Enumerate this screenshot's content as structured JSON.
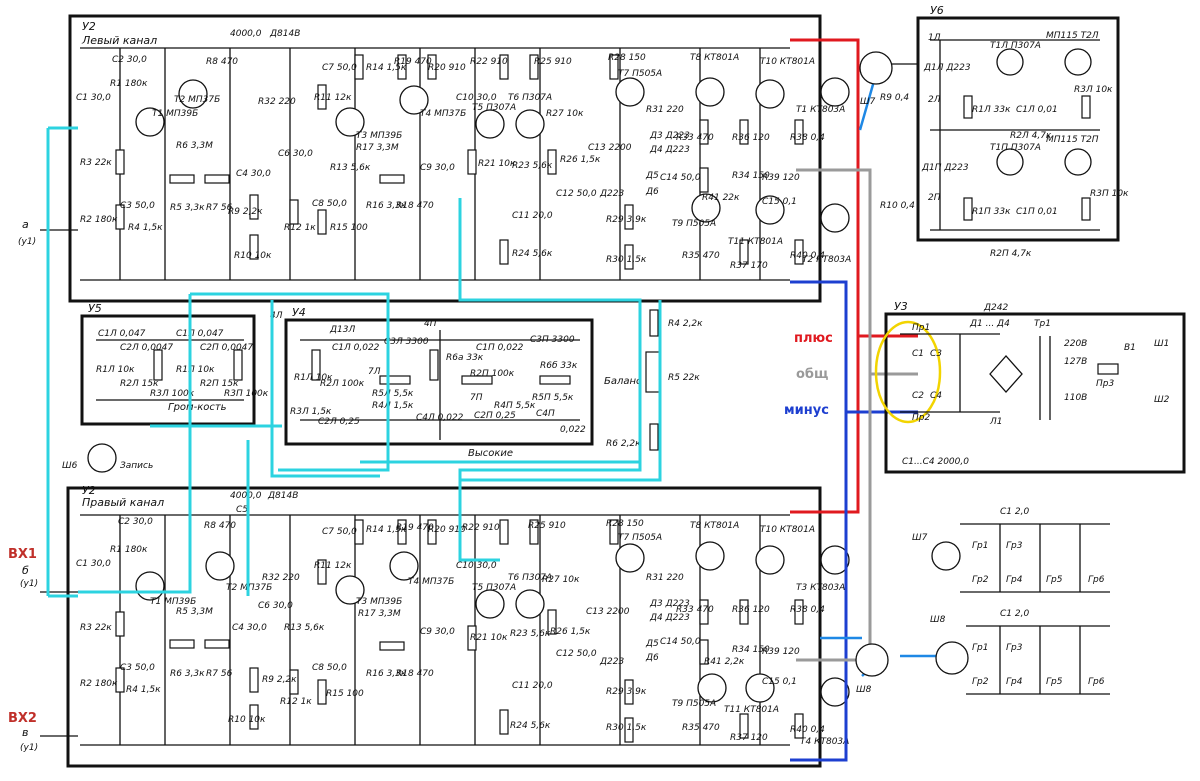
{
  "channels": {
    "left": {
      "block": "У2",
      "title": "Левый канал"
    },
    "right": {
      "block": "У2",
      "title": "Правый канал"
    }
  },
  "blocks": {
    "u6": "У6",
    "u5": "У5",
    "u4": "У4",
    "u3": "У3"
  },
  "annotations": {
    "plus": "плюс",
    "common": "общ",
    "minus": "минус",
    "in1": "ВХ1",
    "in2": "ВХ2"
  },
  "annotation_colors": {
    "plus": "#e0191f",
    "common": "#9a9a9a",
    "minus": "#1d3fd0",
    "wire": "#2cd3e0"
  },
  "controls": {
    "volume": "Гром-кость",
    "balance": "Баланс",
    "treble": "Высокие",
    "record": "Запись"
  },
  "connectors": {
    "sh6": "Ш6",
    "sh7": "Ш7",
    "sh8": "Ш8",
    "sh1": "Ш1",
    "sh2": "Ш2"
  },
  "input_a": "а",
  "input_a_pin": "(у1)",
  "input_b": "б",
  "input_b_pin": "(у1)",
  "input_v": "в",
  "input_v_pin": "(у1)",
  "left_channel": {
    "caps": [
      "С2 30,0",
      "С1 30,0",
      "С3 50,0",
      "С4 30,0",
      "С7 50,0",
      "С6 30,0",
      "С8 50,0",
      "С9 30,0",
      "С10 30,0",
      "С11 20,0",
      "С12 50,0",
      "С13 2200",
      "С14 50,0",
      "С15 0,1"
    ],
    "resistors": [
      "R1 180к",
      "R2 180к",
      "R3 22к",
      "R4 1,5к",
      "R5 3,3к",
      "R6 3,3М",
      "R7 56",
      "R8 470",
      "R9 2,2к",
      "R10 10к",
      "R11 12к",
      "R12 1к",
      "R13 5,6к",
      "R14 1,5к",
      "R15 100",
      "R16 3,3к",
      "R17 3,3М",
      "R18 470",
      "R19 470",
      "R20 910",
      "R21 10к",
      "R22 910",
      "R23 5,6к",
      "R24 5,6к",
      "R25 910",
      "R26 1,5к",
      "R27 10к",
      "R28 150",
      "R29 3,9к",
      "R30 1,5к",
      "R31 220",
      "R32 220",
      "R33 470",
      "R34 150",
      "R35 470",
      "R36 120",
      "R37 170",
      "R38 0,4",
      "R39 120",
      "R40 0,4",
      "R41 22к"
    ],
    "transistors": [
      "Т1 МП39Б",
      "Т2 МП37Б",
      "Т3 МП39Б",
      "Т4 МП37Б",
      "Т5 П307А",
      "Т6 П307А",
      "Т7 П505А",
      "Т8 КТ801А",
      "Т9 П505А",
      "Т10 КТ801А",
      "Т11 КТ801А",
      "Т1 КТ803А",
      "Т2 КТ803А"
    ],
    "misc": [
      "4000,0",
      "Д814В",
      "Д3 Д223",
      "Д4 Д223",
      "Д5",
      "Д6",
      "Д223"
    ]
  },
  "right_channel": {
    "caps": [
      "С2 30,0",
      "С1 30,0",
      "С3 50,0",
      "С4 30,0",
      "С5",
      "С6 30,0",
      "С7 50,0",
      "С8 50,0",
      "С9 30,0",
      "С10 30,0",
      "С11 20,0",
      "С12 50,0",
      "С13 2200",
      "С14 50,0",
      "С15 0,1"
    ],
    "resistors": [
      "R1 180к",
      "R2 180к",
      "R3 22к",
      "R4 1,5к",
      "R5 3,3М",
      "R6 3,3к",
      "R7 56",
      "R8 470",
      "R9 2,2к",
      "R10 10к",
      "R11 12к",
      "R12 1к",
      "R13 5,6к",
      "R14 1,5к",
      "R15 100",
      "R16 3,3к",
      "R17 3,3М",
      "R18 470",
      "R19 470",
      "R20 910",
      "R21 10к",
      "R22 910",
      "R23 5,6к",
      "R24 5,6к",
      "R25 910",
      "R26 1,5к",
      "R27 10к",
      "R28 150",
      "R29 3,9к",
      "R30 1,5к",
      "R31 220",
      "R32 220",
      "R33 470",
      "R34 150",
      "R35 470",
      "R36 120",
      "R37 120",
      "R38 0,4",
      "R39 120",
      "R40 0,4",
      "R41 2,2к"
    ],
    "transistors": [
      "Т1 МП39Б",
      "Т2 МП37Б",
      "Т3 МП39Б",
      "Т4 МП37Б",
      "Т5 П307А",
      "Т6 П307А",
      "Т7 П505А",
      "Т8 КТ801А",
      "Т9 П505А",
      "Т10 КТ801А",
      "Т11 КТ801А",
      "Т3 КТ803А",
      "Т4 КТ803А"
    ],
    "misc": [
      "4000,0",
      "Д814В",
      "Д3 Д223",
      "Д4 Д223",
      "Д5",
      "Д6",
      "Д223"
    ]
  },
  "u6": {
    "parts": [
      "1Л",
      "Т1Л П307А",
      "МП115 Т2Л",
      "Д1Л Д223",
      "2Л",
      "R1Л 33к",
      "С1Л 0,01",
      "R3Л 10к",
      "R2Л 4,7к",
      "Т1П П307А",
      "МП115 Т2П",
      "Д1П Д223",
      "2П",
      "R1П 33к",
      "С1П 0,01",
      "R3П 10к",
      "R2П 4,7к",
      "R9 0,4",
      "R10 0,4"
    ]
  },
  "u5": {
    "parts": [
      "С1Л 0,047",
      "С2Л 0,0047",
      "R1Л 10к",
      "R2Л 15к",
      "R3Л 100к",
      "С1П 0,047",
      "С2П 0,0047",
      "R1П 10к",
      "R2П 15к",
      "R3П 100к"
    ]
  },
  "u4": {
    "parts": [
      "4Л",
      "Д13Л",
      "С1Л 0,022",
      "R1Л 10к",
      "R2Л 100к",
      "С2Л 0,25",
      "С3Л 3300",
      "7Л",
      "R5Л 5,5к",
      "R4Л 1,5к",
      "R3Л 1,5к",
      "4П",
      "С1П 0,022",
      "R2П 100к",
      "С2П 0,25",
      "С3П 3300",
      "7П",
      "R6б 33к",
      "R4П 5,5к",
      "R5П 5,5к",
      "R6а 33к",
      "С4П",
      "С4Л 0,022",
      "0,022"
    ]
  },
  "middle": {
    "r4": "R4 2,2к",
    "r5": "R5 22к",
    "r6": "R6 2,2к"
  },
  "u3": {
    "parts": [
      "Д242",
      "Д1 ... Д4",
      "Тр1",
      "Пр1",
      "Пр2",
      "С1",
      "С2",
      "С3",
      "С4",
      "Л1",
      "220В",
      "127В",
      "110В",
      "Пр3",
      "В1",
      "С1...С4 2000,0"
    ]
  },
  "speakers": {
    "top": {
      "cap": "С1 2,0",
      "parts": [
        "Гр1",
        "Гр2",
        "Гр3",
        "Гр4",
        "Гр5",
        "Гр6"
      ]
    },
    "bottom": {
      "cap": "С1 2,0",
      "parts": [
        "Гр1",
        "Гр2",
        "Гр3",
        "Гр4",
        "Гр5",
        "Гр6"
      ]
    }
  }
}
